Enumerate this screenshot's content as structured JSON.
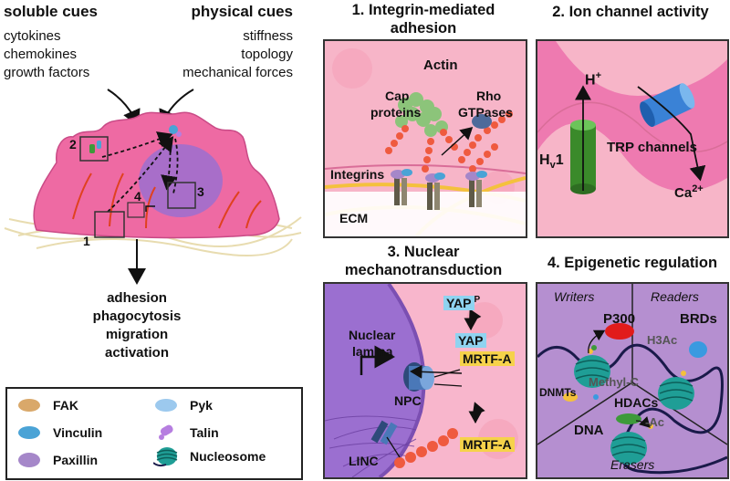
{
  "left": {
    "soluble_title": "soluble cues",
    "soluble_items": [
      "cytokines",
      "chemokines",
      "growth factors"
    ],
    "physical_title": "physical cues",
    "physical_items": [
      "stiffness",
      "topology",
      "mechanical forces"
    ],
    "box_labels": [
      "1",
      "2",
      "3",
      "4"
    ],
    "outcomes": [
      "adhesion",
      "phagocytosis",
      "migration",
      "activation"
    ]
  },
  "legend": {
    "items": [
      {
        "name": "FAK",
        "color": "#d9a86a"
      },
      {
        "name": "Pyk",
        "color": "#9cc9ee"
      },
      {
        "name": "Vinculin",
        "color": "#4aa3d6"
      },
      {
        "name": "Talin",
        "color": "#b67ee0"
      },
      {
        "name": "Paxillin",
        "color": "#a587c9"
      },
      {
        "name": "Nucleosome",
        "color": "#1f9e96"
      }
    ]
  },
  "panel1": {
    "title_line1": "1. Integrin-mediated",
    "title_line2": "adhesion",
    "labels": {
      "actin": "Actin",
      "cap": "Cap",
      "proteins": "proteins",
      "rho": "Rho",
      "gtpases": "GTPases",
      "integrins": "Integrins",
      "ecm": "ECM"
    }
  },
  "panel2": {
    "title": "2. Ion channel activity",
    "labels": {
      "hplus": "H",
      "hplus_sup": "+",
      "hv1": "H",
      "hv1_sub": "v",
      "hv1_tail": "1",
      "trp": "TRP channels",
      "ca": "Ca",
      "ca_sup": "2+"
    }
  },
  "panel3": {
    "title_line1": "3. Nuclear",
    "title_line2": "mechanotransduction",
    "labels": {
      "yap_p": "YAP",
      "p": "P",
      "nuclear": "Nuclear",
      "lamina": "lamina",
      "yap": "YAP",
      "mrtfa_top": "MRTF-A",
      "npc": "NPC",
      "mrtfa_bottom": "MRTF-A",
      "linc": "LINC"
    }
  },
  "panel4": {
    "title": "4. Epigenetic regulation",
    "labels": {
      "writers": "Writers",
      "readers": "Readers",
      "p300": "P300",
      "brds": "BRDs",
      "h3ac": "H3Ac",
      "methylc": "Methyl-C",
      "dnmts": "DNMTs",
      "hdacs": "HDACs",
      "ac": "-Ac",
      "dna": "DNA",
      "erasers": "Erasers"
    }
  }
}
